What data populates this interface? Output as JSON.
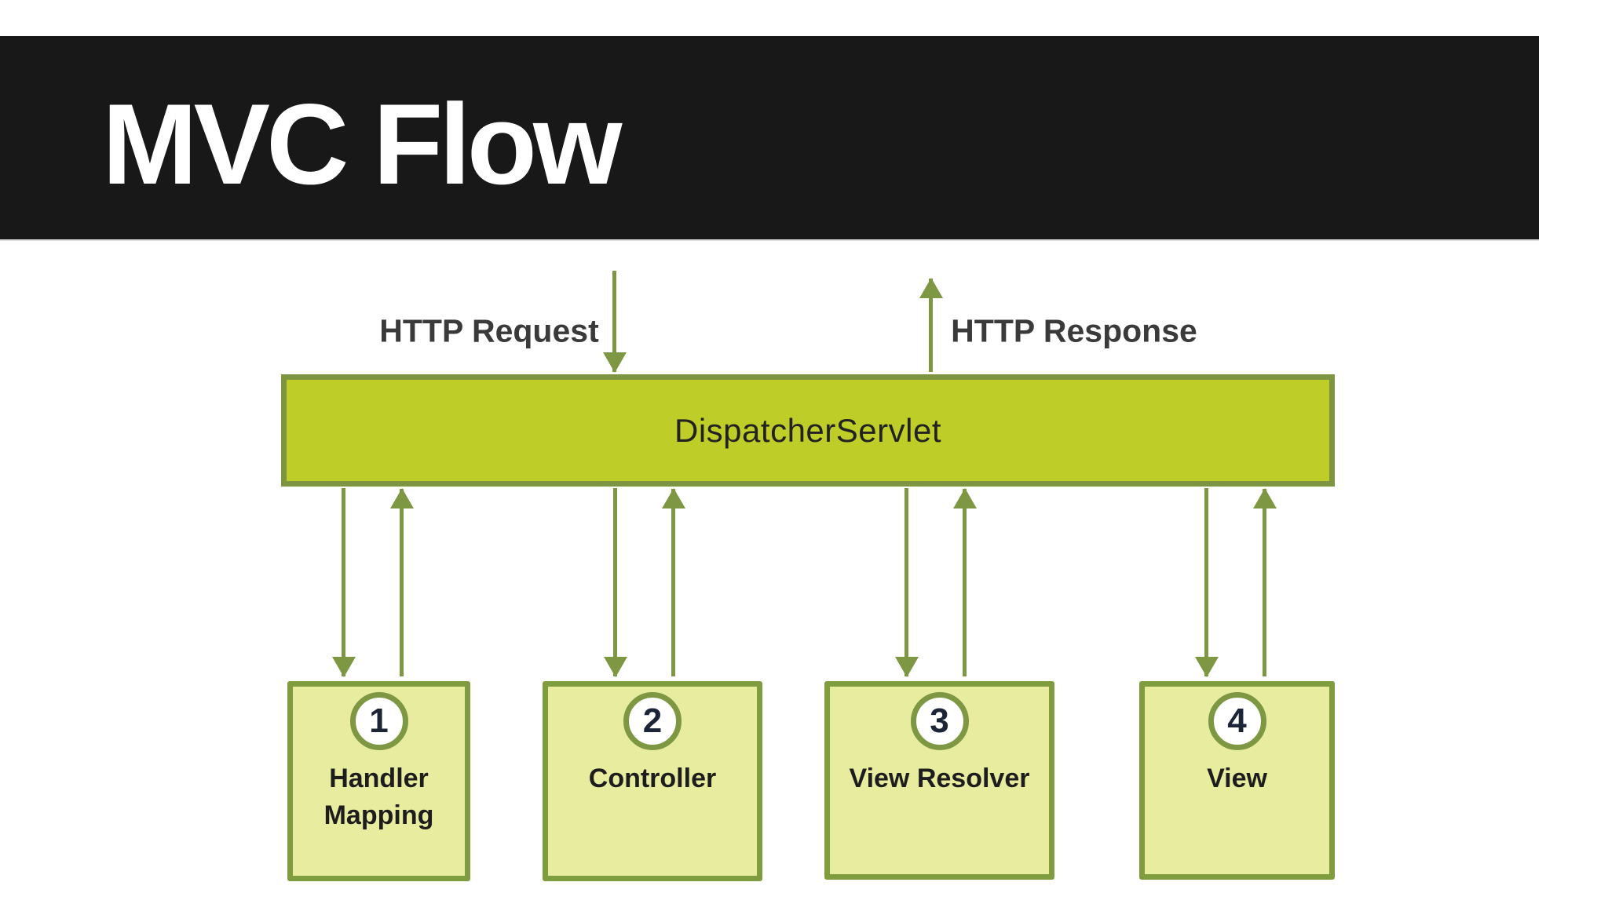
{
  "title": "MVC Flow",
  "diagram": {
    "request_label": "HTTP Request",
    "response_label": "HTTP Response",
    "servlet_label": "DispatcherServlet",
    "boxes": [
      {
        "number": "1",
        "label": "Handler Mapping",
        "lines": [
          "Handler",
          "Mapping"
        ]
      },
      {
        "number": "2",
        "label": "Controller",
        "lines": [
          "Controller"
        ]
      },
      {
        "number": "3",
        "label": "View Resolver",
        "lines": [
          "View Resolver"
        ]
      },
      {
        "number": "4",
        "label": "View",
        "lines": [
          "View"
        ]
      }
    ]
  },
  "colors": {
    "band": "#181818",
    "title_text": "#ffffff",
    "olive": "#7d9742",
    "bar_fill": "#bfcd28",
    "bar_border": "#7d9440",
    "box_fill": "#e8ec9f",
    "box_border": "#7f9d3f",
    "label_text": "#3a3a3a",
    "box_label_text": "#1d1d1d",
    "number_text": "#1c2438",
    "servlet_text": "#222222"
  }
}
